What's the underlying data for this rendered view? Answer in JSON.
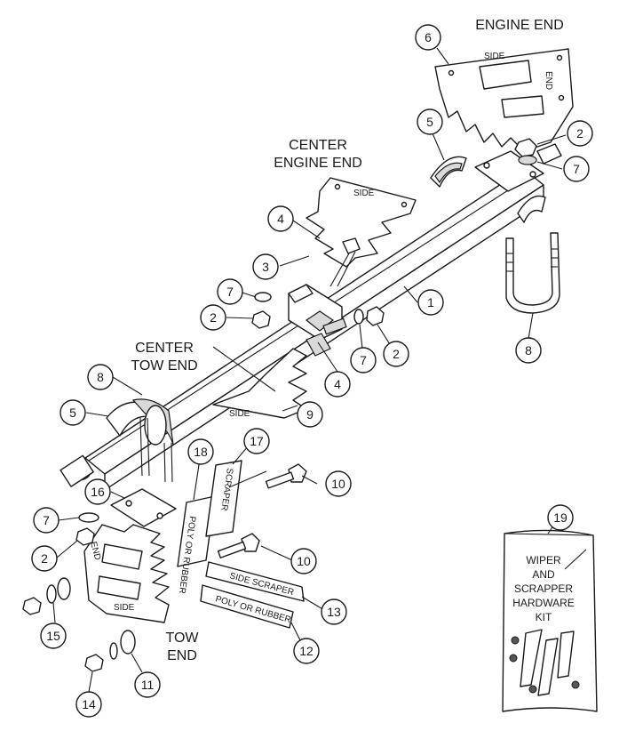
{
  "labels": {
    "engine_end": "ENGINE END",
    "center_engine_end_1": "CENTER",
    "center_engine_end_2": "ENGINE END",
    "center_tow_end_1": "CENTER",
    "center_tow_end_2": "TOW END",
    "tow_end_1": "TOW",
    "tow_end_2": "END"
  },
  "stamps": {
    "side": "SIDE",
    "end": "END",
    "scraper": "SCRAPER",
    "poly_or_rubber": "POLY OR RUBBER",
    "side_scraper": "SIDE SCRAPER"
  },
  "kit": {
    "line1": "WIPER",
    "line2": "AND",
    "line3": "SCRAPPER",
    "line4": "HARDWARE",
    "line5": "KIT"
  },
  "callouts": {
    "c1": "1",
    "c2a": "2",
    "c2b": "2",
    "c2c": "2",
    "c2d": "2",
    "c3": "3",
    "c4a": "4",
    "c4b": "4",
    "c5a": "5",
    "c5b": "5",
    "c6": "6",
    "c7a": "7",
    "c7b": "7",
    "c7c": "7",
    "c7d": "7",
    "c8a": "8",
    "c8b": "8",
    "c9": "9",
    "c10a": "10",
    "c10b": "10",
    "c11": "11",
    "c12": "12",
    "c13": "13",
    "c14": "14",
    "c15": "15",
    "c16": "16",
    "c17": "17",
    "c18": "18",
    "c19": "19"
  }
}
